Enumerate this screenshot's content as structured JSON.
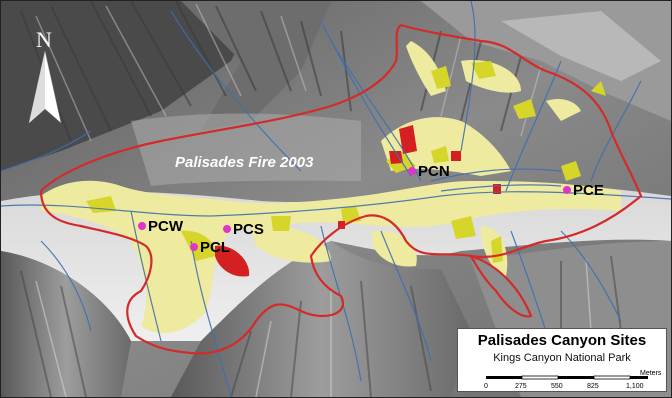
{
  "map": {
    "fire_label": "Palisades Fire 2003",
    "north_label": "N",
    "sites": [
      {
        "id": "pcw",
        "label": "PCW"
      },
      {
        "id": "pcl",
        "label": "PCL"
      },
      {
        "id": "pcs",
        "label": "PCS"
      },
      {
        "id": "pcn",
        "label": "PCN"
      },
      {
        "id": "pce",
        "label": "PCE"
      }
    ],
    "colors": {
      "fire_perimeter": "#d42a2a",
      "stream": "#3f6fb0",
      "burn_low": "#eeeaa0",
      "burn_moderate": "#d6d62a",
      "burn_high": "#d42020",
      "site_marker": "#e035c8"
    }
  },
  "legend": {
    "title": "Palisades Canyon Sites",
    "subtitle": "Kings Canyon National Park",
    "unit": "Meters",
    "ticks": [
      "0",
      "275",
      "550",
      "825",
      "1,100"
    ]
  }
}
